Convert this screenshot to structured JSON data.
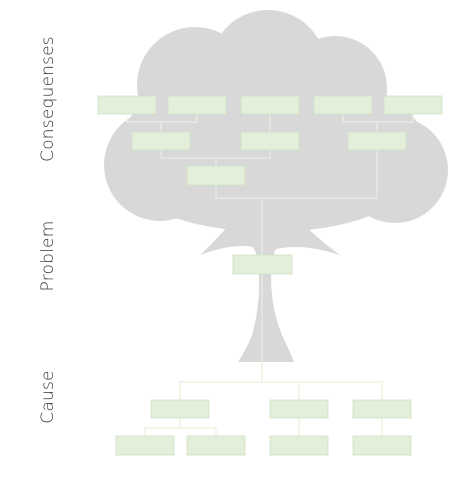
{
  "labels": {
    "consequences": "Consequenses",
    "problem": "Problem",
    "cause": "Cause"
  },
  "colors": {
    "tree": "#d8d8d8",
    "box_fill": "#e3eedb",
    "box_stroke": "#cfe1c2",
    "connector_on_tree": "#eef3e8",
    "connector_below": "#e4ecd5"
  },
  "diagram": {
    "type": "problem-tree",
    "consequence_boxes": {
      "row1": 5,
      "row2": 3,
      "row3": 1
    },
    "problem_boxes": 1,
    "cause_boxes": {
      "row1": 3,
      "row2": 4
    },
    "box_text": ""
  }
}
